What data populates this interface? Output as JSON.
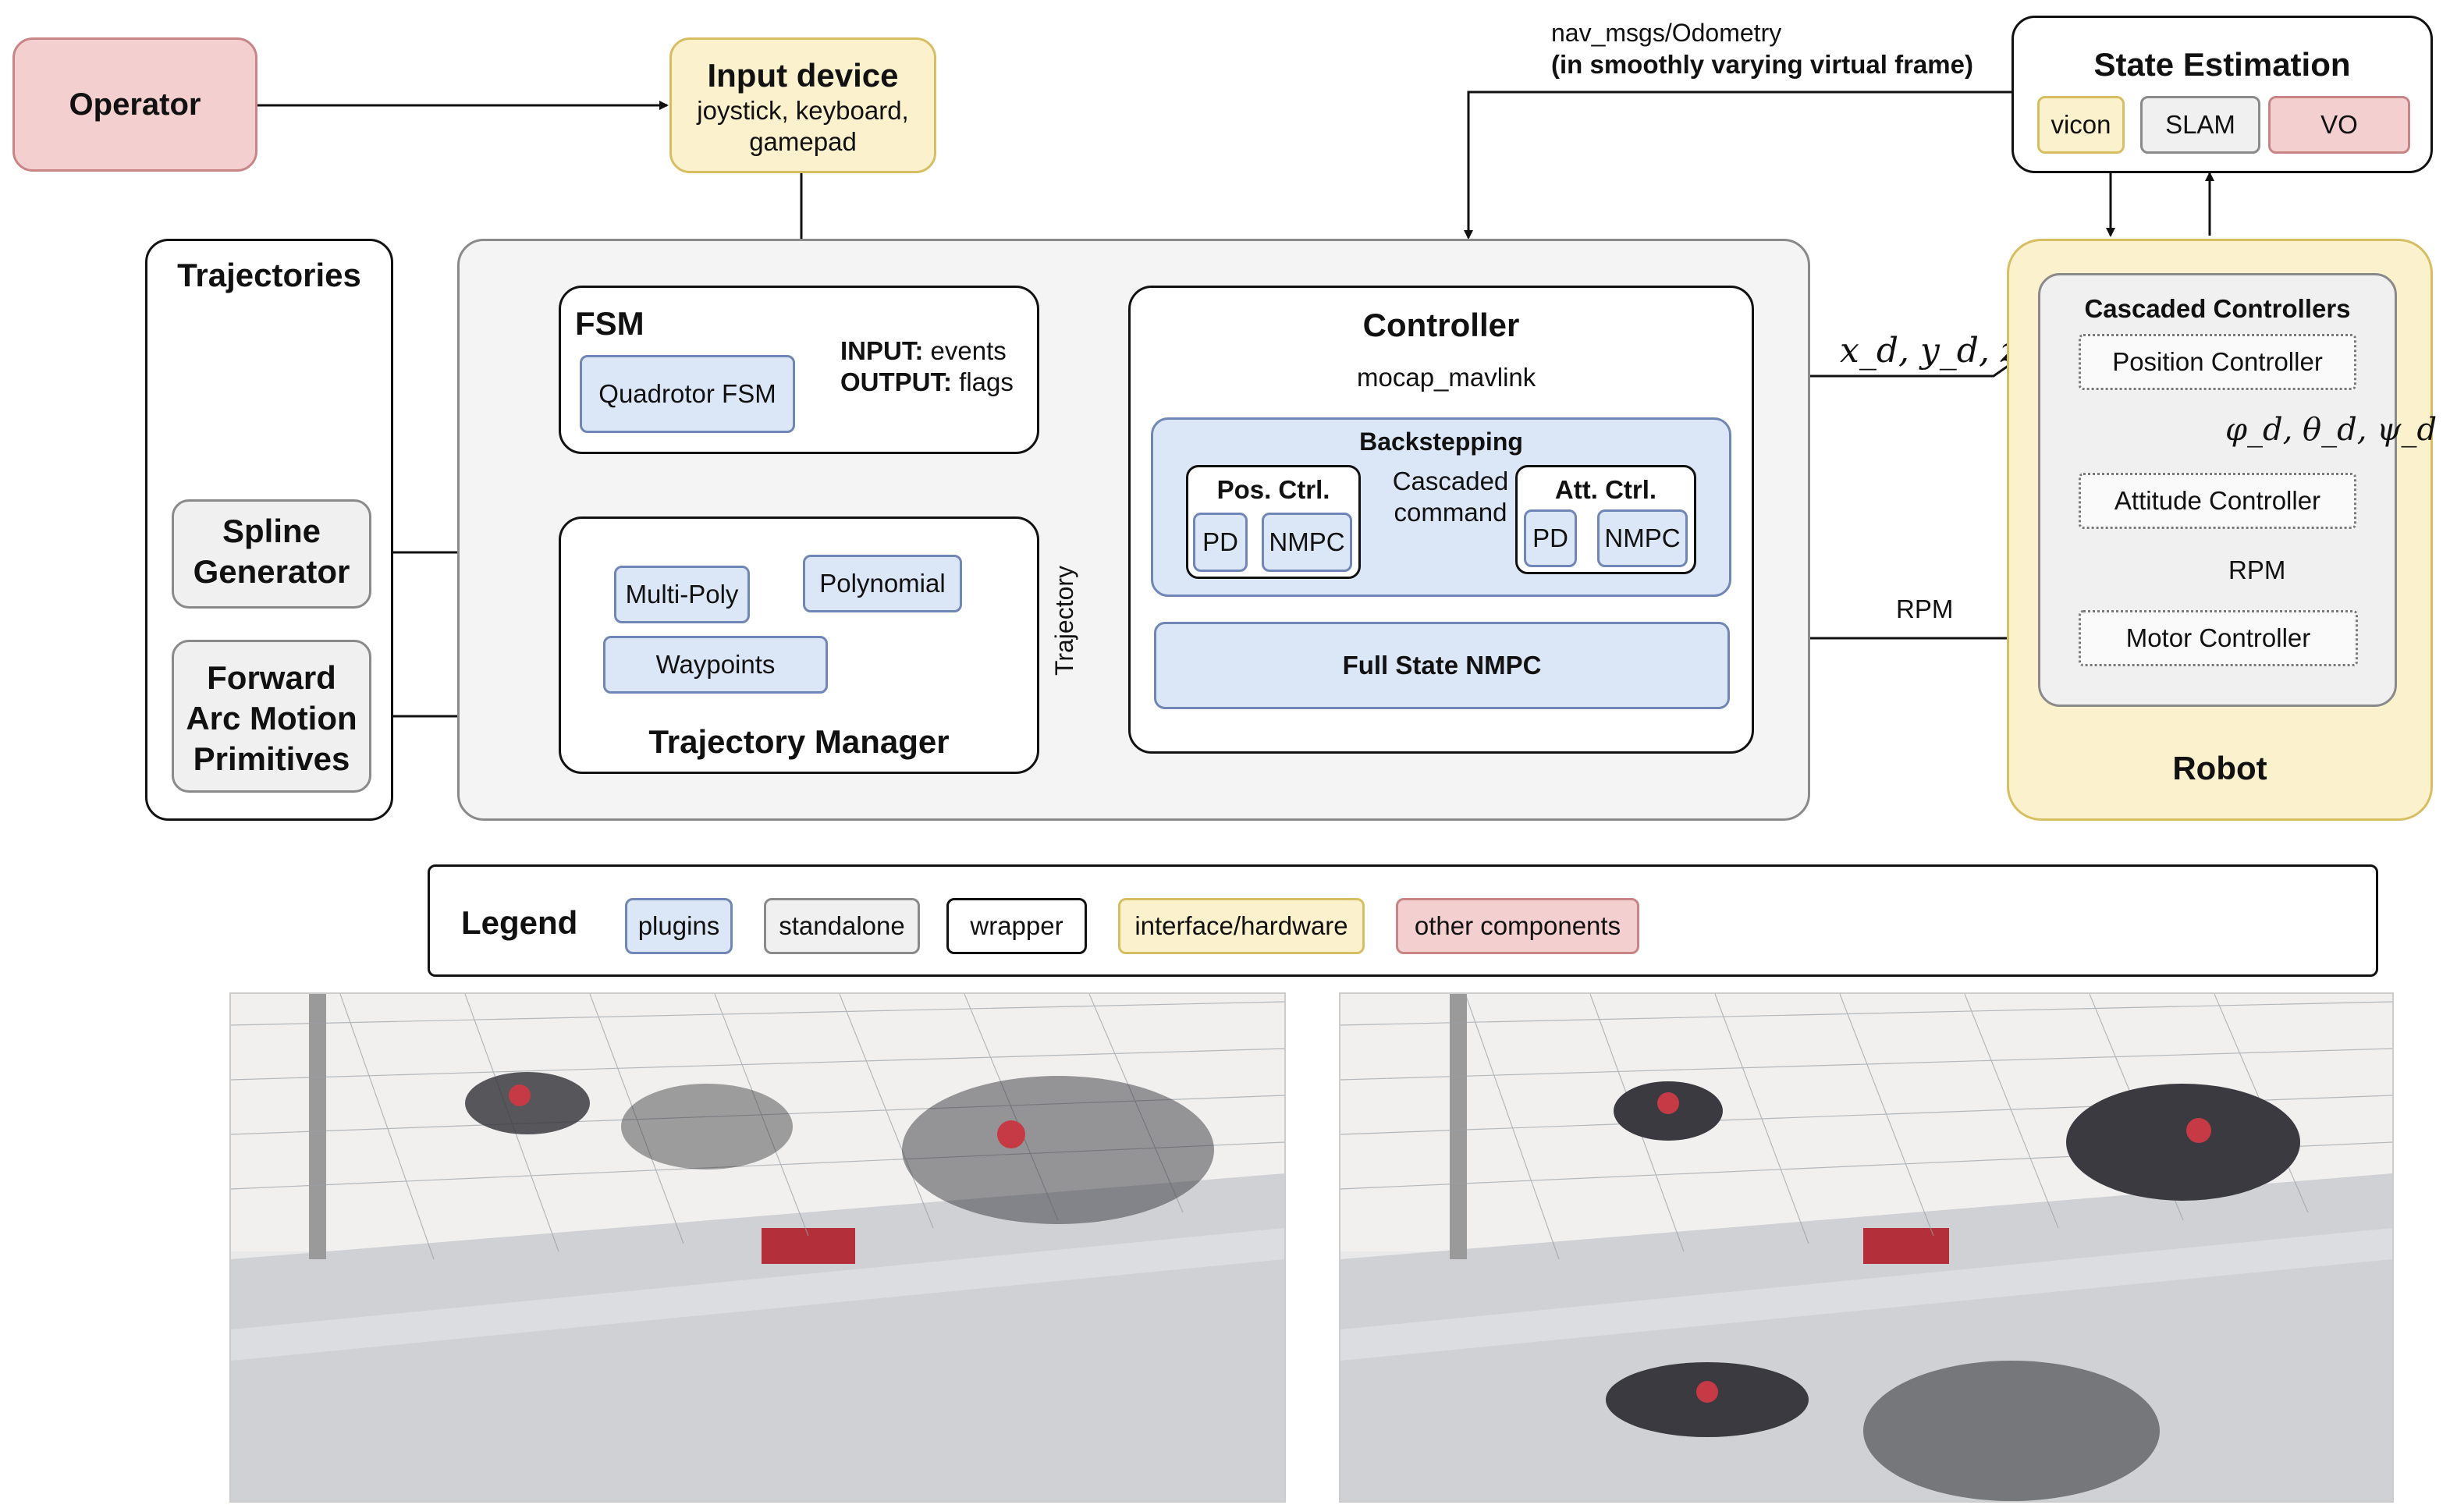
{
  "operator": "Operator",
  "input_device": {
    "title": "Input device",
    "line1": "joystick, keyboard,",
    "line2": "gamepad"
  },
  "odometry": {
    "line1": "nav_msgs/Odometry",
    "line2": "(in smoothly varying virtual frame)"
  },
  "state_estimation": {
    "title": "State Estimation",
    "items": [
      "vicon",
      "SLAM",
      "VO"
    ]
  },
  "trajectories": {
    "title": "Trajectories",
    "spline": [
      "Spline",
      "Generator"
    ],
    "forward": [
      "Forward",
      "Arc Motion",
      "Primitives"
    ]
  },
  "fsm": {
    "title": "FSM",
    "plugin": "Quadrotor FSM",
    "input_label": "INPUT:",
    "input_value": "events",
    "output_label": "OUTPUT:",
    "output_value": "flags"
  },
  "trajectory_manager": {
    "title": "Trajectory Manager",
    "items": [
      "Multi-Poly",
      "Polynomial",
      "Waypoints"
    ],
    "edge_label": "Trajectory"
  },
  "controller": {
    "title": "Controller",
    "mocap": "mocap_mavlink",
    "backstepping": "Backstepping",
    "pos_ctrl": "Pos. Ctrl.",
    "att_ctrl": "Att. Ctrl.",
    "pd": "PD",
    "nmpc": "NMPC",
    "cascaded": [
      "Cascaded",
      "command"
    ],
    "full_state": "Full State NMPC"
  },
  "setpoint_label": "x_d, y_d, z_d",
  "attitude_label": "φ_d, θ_d, ψ_d",
  "rpm_label": "RPM",
  "robot": {
    "title": "Robot",
    "cascaded_title": "Cascaded Controllers",
    "position": "Position Controller",
    "attitude": "Attitude Controller",
    "motor": "Motor Controller",
    "rpm": "RPM"
  },
  "legend": {
    "title": "Legend",
    "items": [
      "plugins",
      "standalone",
      "wrapper",
      "interface/hardware",
      "other components"
    ]
  },
  "colors": {
    "plugin": "#dbe6f7",
    "standalone": "#f0f0f0",
    "wrapper": "#ffffff",
    "hardware": "#fbf1cc",
    "other": "#f3cfcf",
    "framework": "#f4f4f4"
  }
}
